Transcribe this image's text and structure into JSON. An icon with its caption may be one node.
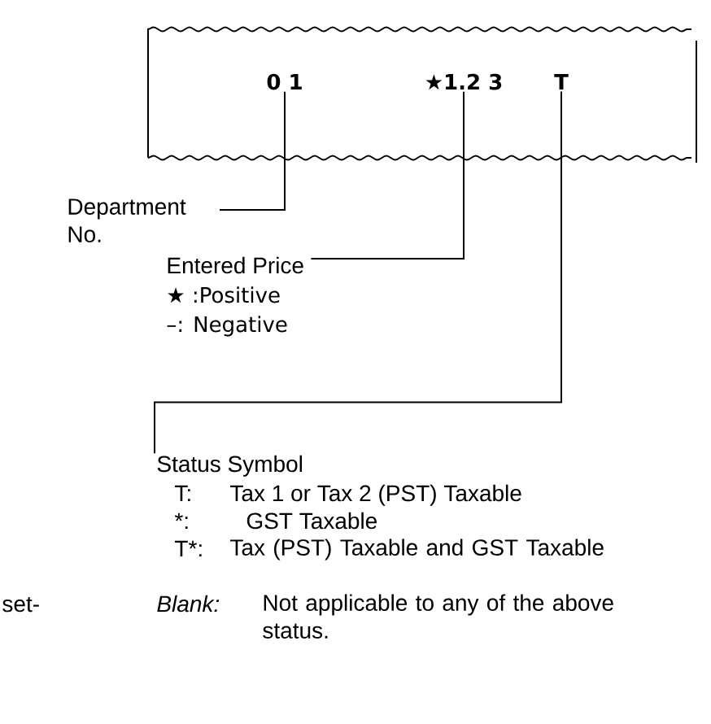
{
  "diagram": {
    "nodes": [
      {
        "text": [
          "0 1"
        ]
      },
      {
        "text": [
          "★1.2 3"
        ]
      },
      {
        "text": [
          "T"
        ]
      },
      {
        "text": [
          "Department No."
        ]
      },
      {
        "text": [
          "Entered Price"
        ]
      },
      {
        "text": [
          "Status Symbol"
        ]
      }
    ],
    "edges": [
      {
        "from": 3,
        "to": 0,
        "arrow": "none"
      },
      {
        "from": 4,
        "to": 1,
        "arrow": "none"
      },
      {
        "from": 5,
        "to": 2,
        "arrow": "none"
      }
    ],
    "labels": [
      "★ :Positive",
      "–: Negative",
      "T:",
      "Tax 1 or Tax 2 (PST) Taxable",
      "*:",
      "GST Taxable",
      "T*:",
      "Tax (PST) Taxable and GST Taxable",
      "Blank:",
      "Not applicable to any of the above status.",
      "set-"
    ]
  }
}
